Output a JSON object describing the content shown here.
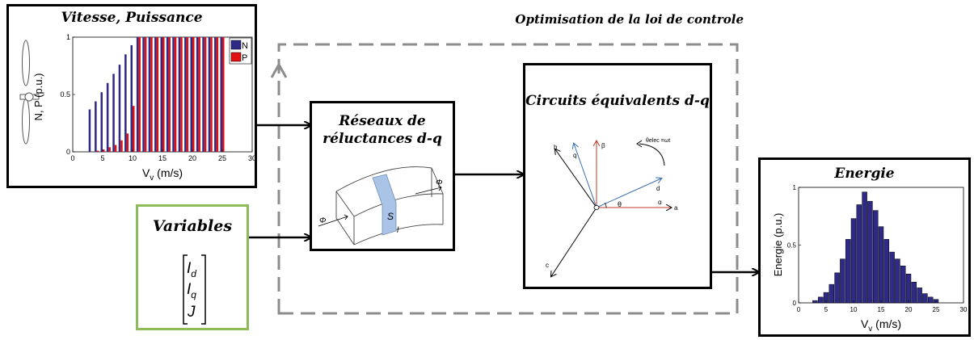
{
  "frame_title": "Optimisation de la loi de controle",
  "vitesse_box": {
    "title": "Vitesse, Puissance",
    "chart_data": {
      "type": "bar",
      "xlabel": "V_v (m/s)",
      "xlabel_main": "V",
      "xlabel_sub": "v",
      "xlabel_unit": " (m/s)",
      "ylabel": "N, P (p.u.)",
      "xlim": [
        0,
        30
      ],
      "ylim": [
        0,
        1
      ],
      "x_ticks": [
        "0",
        "5",
        "10",
        "15",
        "20",
        "25",
        "30"
      ],
      "y_ticks": [
        "0",
        "0.5",
        "1"
      ],
      "x": [
        3,
        4,
        5,
        6,
        7,
        8,
        9,
        10,
        11,
        12,
        13,
        14,
        15,
        16,
        17,
        18,
        19,
        20,
        21,
        22,
        23,
        24,
        25
      ],
      "series": [
        {
          "name": "N",
          "color": "#2e2a86",
          "values": [
            0.37,
            0.44,
            0.52,
            0.6,
            0.68,
            0.76,
            0.85,
            0.93,
            1,
            1,
            1,
            1,
            1,
            1,
            1,
            1,
            1,
            1,
            1,
            1,
            1,
            1,
            1
          ]
        },
        {
          "name": "P",
          "color": "#e01010",
          "values": [
            0.0,
            0.01,
            0.02,
            0.04,
            0.06,
            0.1,
            0.16,
            0.4,
            1,
            1,
            1,
            1,
            1,
            1,
            1,
            1,
            1,
            1,
            1,
            1,
            1,
            1,
            1
          ]
        }
      ]
    }
  },
  "reseaux_box": {
    "title_line1": "Réseaux de",
    "title_line2": "réluctances d-q",
    "label_phi_left": "Φ",
    "label_phi_right": "Φ",
    "label_s": "S",
    "label_l": "l"
  },
  "circuits_box": {
    "title": "Circuits équivalents d-q",
    "labels": {
      "b": "b",
      "q": "q",
      "beta": "β",
      "theta_elec": "θelec =ωt",
      "d": "d",
      "theta": "θ",
      "alpha": "α",
      "a": "a",
      "c": "c"
    }
  },
  "variables_box": {
    "title": "Variables",
    "vector": [
      {
        "main": "I",
        "sub": "d"
      },
      {
        "main": "I",
        "sub": "q"
      },
      {
        "main": "J",
        "sub": ""
      }
    ]
  },
  "energie_box": {
    "title": "Energie",
    "chart_data": {
      "type": "bar",
      "xlabel": "V_v (m/s)",
      "xlabel_main": "V",
      "xlabel_sub": "v",
      "xlabel_unit": " (m/s)",
      "ylabel": "Energie (p.u.)",
      "xlim": [
        0,
        30
      ],
      "ylim": [
        0,
        1
      ],
      "x_ticks": [
        "0",
        "5",
        "10",
        "15",
        "20",
        "25",
        "30"
      ],
      "y_ticks": [
        "0",
        "0.5",
        "1"
      ],
      "x": [
        3,
        4,
        5,
        6,
        7,
        8,
        9,
        10,
        11,
        12,
        13,
        14,
        15,
        16,
        17,
        18,
        19,
        20,
        21,
        22,
        23,
        24,
        25
      ],
      "series": [
        {
          "name": "Energie",
          "color": "#2e2a86",
          "values": [
            0.02,
            0.05,
            0.09,
            0.16,
            0.26,
            0.38,
            0.55,
            0.73,
            0.85,
            0.96,
            0.88,
            0.8,
            0.66,
            0.55,
            0.44,
            0.38,
            0.32,
            0.25,
            0.18,
            0.13,
            0.08,
            0.05,
            0.03
          ]
        }
      ]
    }
  }
}
